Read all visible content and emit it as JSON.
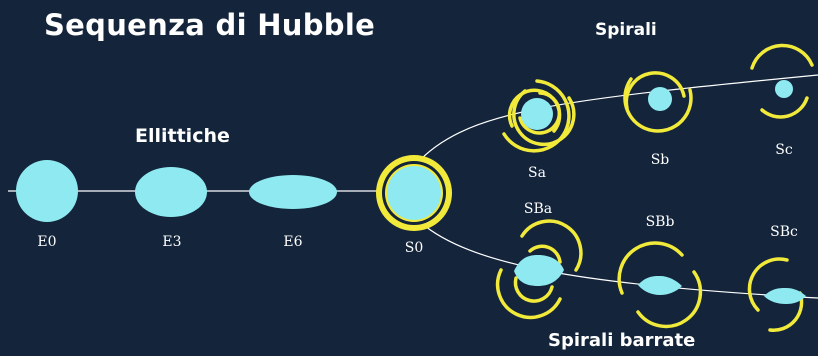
{
  "title": "Sequenza di Hubble",
  "groups": {
    "ellittiche": "Ellittiche",
    "spirali": "Spirali",
    "spirali_barrate": "Spirali barrate"
  },
  "classes": {
    "E0": "E0",
    "E3": "E3",
    "E6": "E6",
    "S0": "S0",
    "Sa": "Sa",
    "Sb": "Sb",
    "Sc": "Sc",
    "SBa": "SBa",
    "SBb": "SBb",
    "SBc": "SBc"
  },
  "colors": {
    "background": "#13243b",
    "galaxy_core": "#8eeaf0",
    "spiral_arm": "#f2ea3a",
    "line": "#ffffff"
  }
}
